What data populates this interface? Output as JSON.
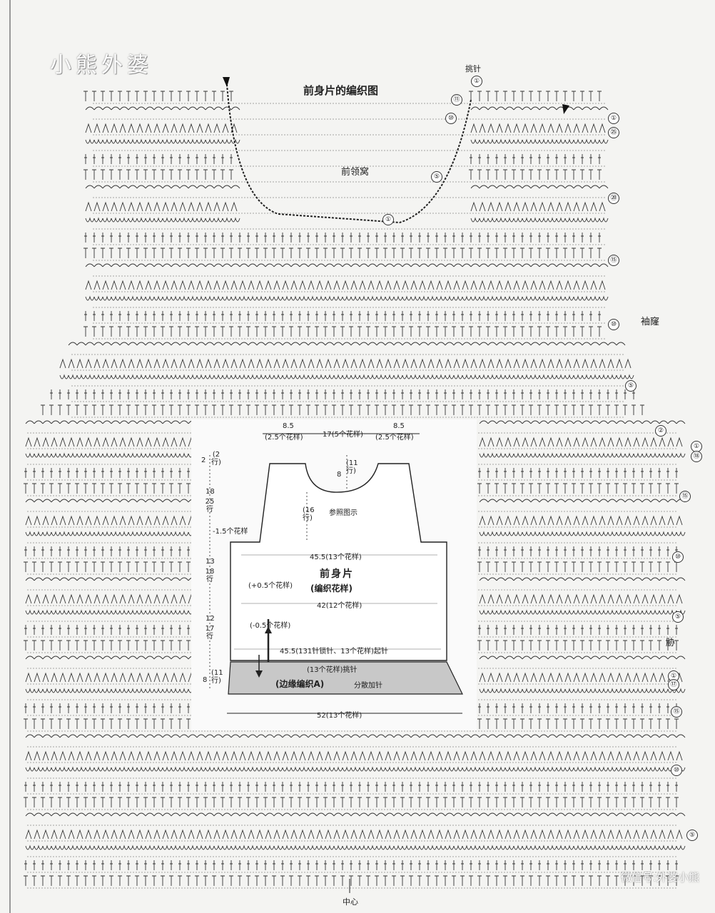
{
  "watermark": "小熊外婆",
  "title": "前身片的编织图",
  "labels": {
    "neck": "前领窝",
    "armhole": "袖窿",
    "side": "胁",
    "pickup": "挑针",
    "center": "中心"
  },
  "row_markers_right": [
    "⑪",
    "⑩",
    "①",
    "㉕",
    "⑤",
    "⑳",
    "⑮",
    "⑩",
    "⑤",
    "①",
    "⑱",
    "⑮",
    "⑩",
    "⑤",
    "①",
    "⑰",
    "⑮",
    "⑩",
    "⑤"
  ],
  "row_markers_top": [
    "①",
    "⑪",
    "⑩",
    "⑤",
    "①"
  ],
  "schematic": {
    "top_left_w": "8.5",
    "top_left_p": "(2.5个花样)",
    "top_mid": "17(5个花样)",
    "top_right_w": "8.5",
    "top_right_p": "(2.5个花样)",
    "neck_h": "8",
    "neck_rows": "(11行)",
    "armhole_rows": "(16行)",
    "ref": "参照图示",
    "left_2": "2",
    "left_2r": "(2行)",
    "left_18": "18",
    "left_25": "25行",
    "left_m15": "-1.5个花样",
    "left_13": "13",
    "left_18r": "18行",
    "left_12": "12",
    "left_17": "17行",
    "left_8": "8",
    "left_11": "(11行)",
    "w_455": "45.5(13个花样)",
    "name": "前身片",
    "pattern": "(编织花样)",
    "plus05": "(+0.5个花样)",
    "w_42": "42(12个花样)",
    "minus05": "(-0.5个花样)",
    "cast_on": "45.5(131针锁针、13个花样)起针",
    "pick": "(13个花样)挑针",
    "edge": "(边缘编织A)",
    "inc": "分散加针",
    "w_52": "52(13个花样)"
  },
  "footer_watermark": "微信号:外婆小熊"
}
